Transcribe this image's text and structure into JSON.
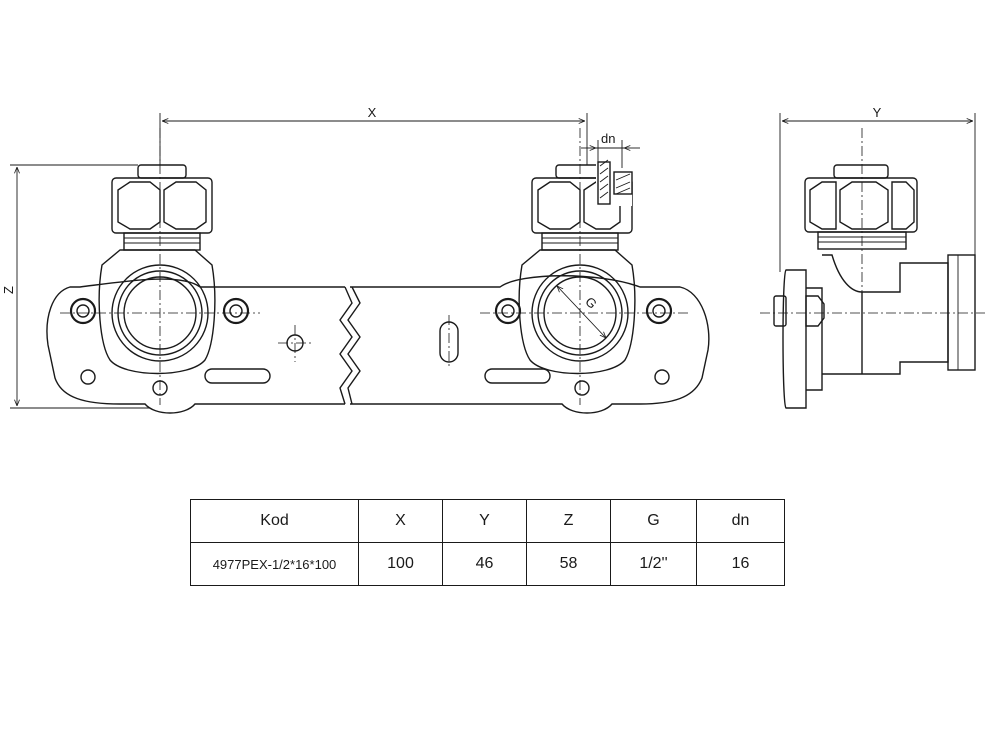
{
  "dimensions": {
    "x": "X",
    "y": "Y",
    "z": "Z",
    "g": "G",
    "dn": "dn"
  },
  "table": {
    "headers": [
      "Kod",
      "X",
      "Y",
      "Z",
      "G",
      "dn"
    ],
    "row": [
      "4977PEX-1/2*16*100",
      "100",
      "46",
      "58",
      "1/2''",
      "16"
    ]
  }
}
